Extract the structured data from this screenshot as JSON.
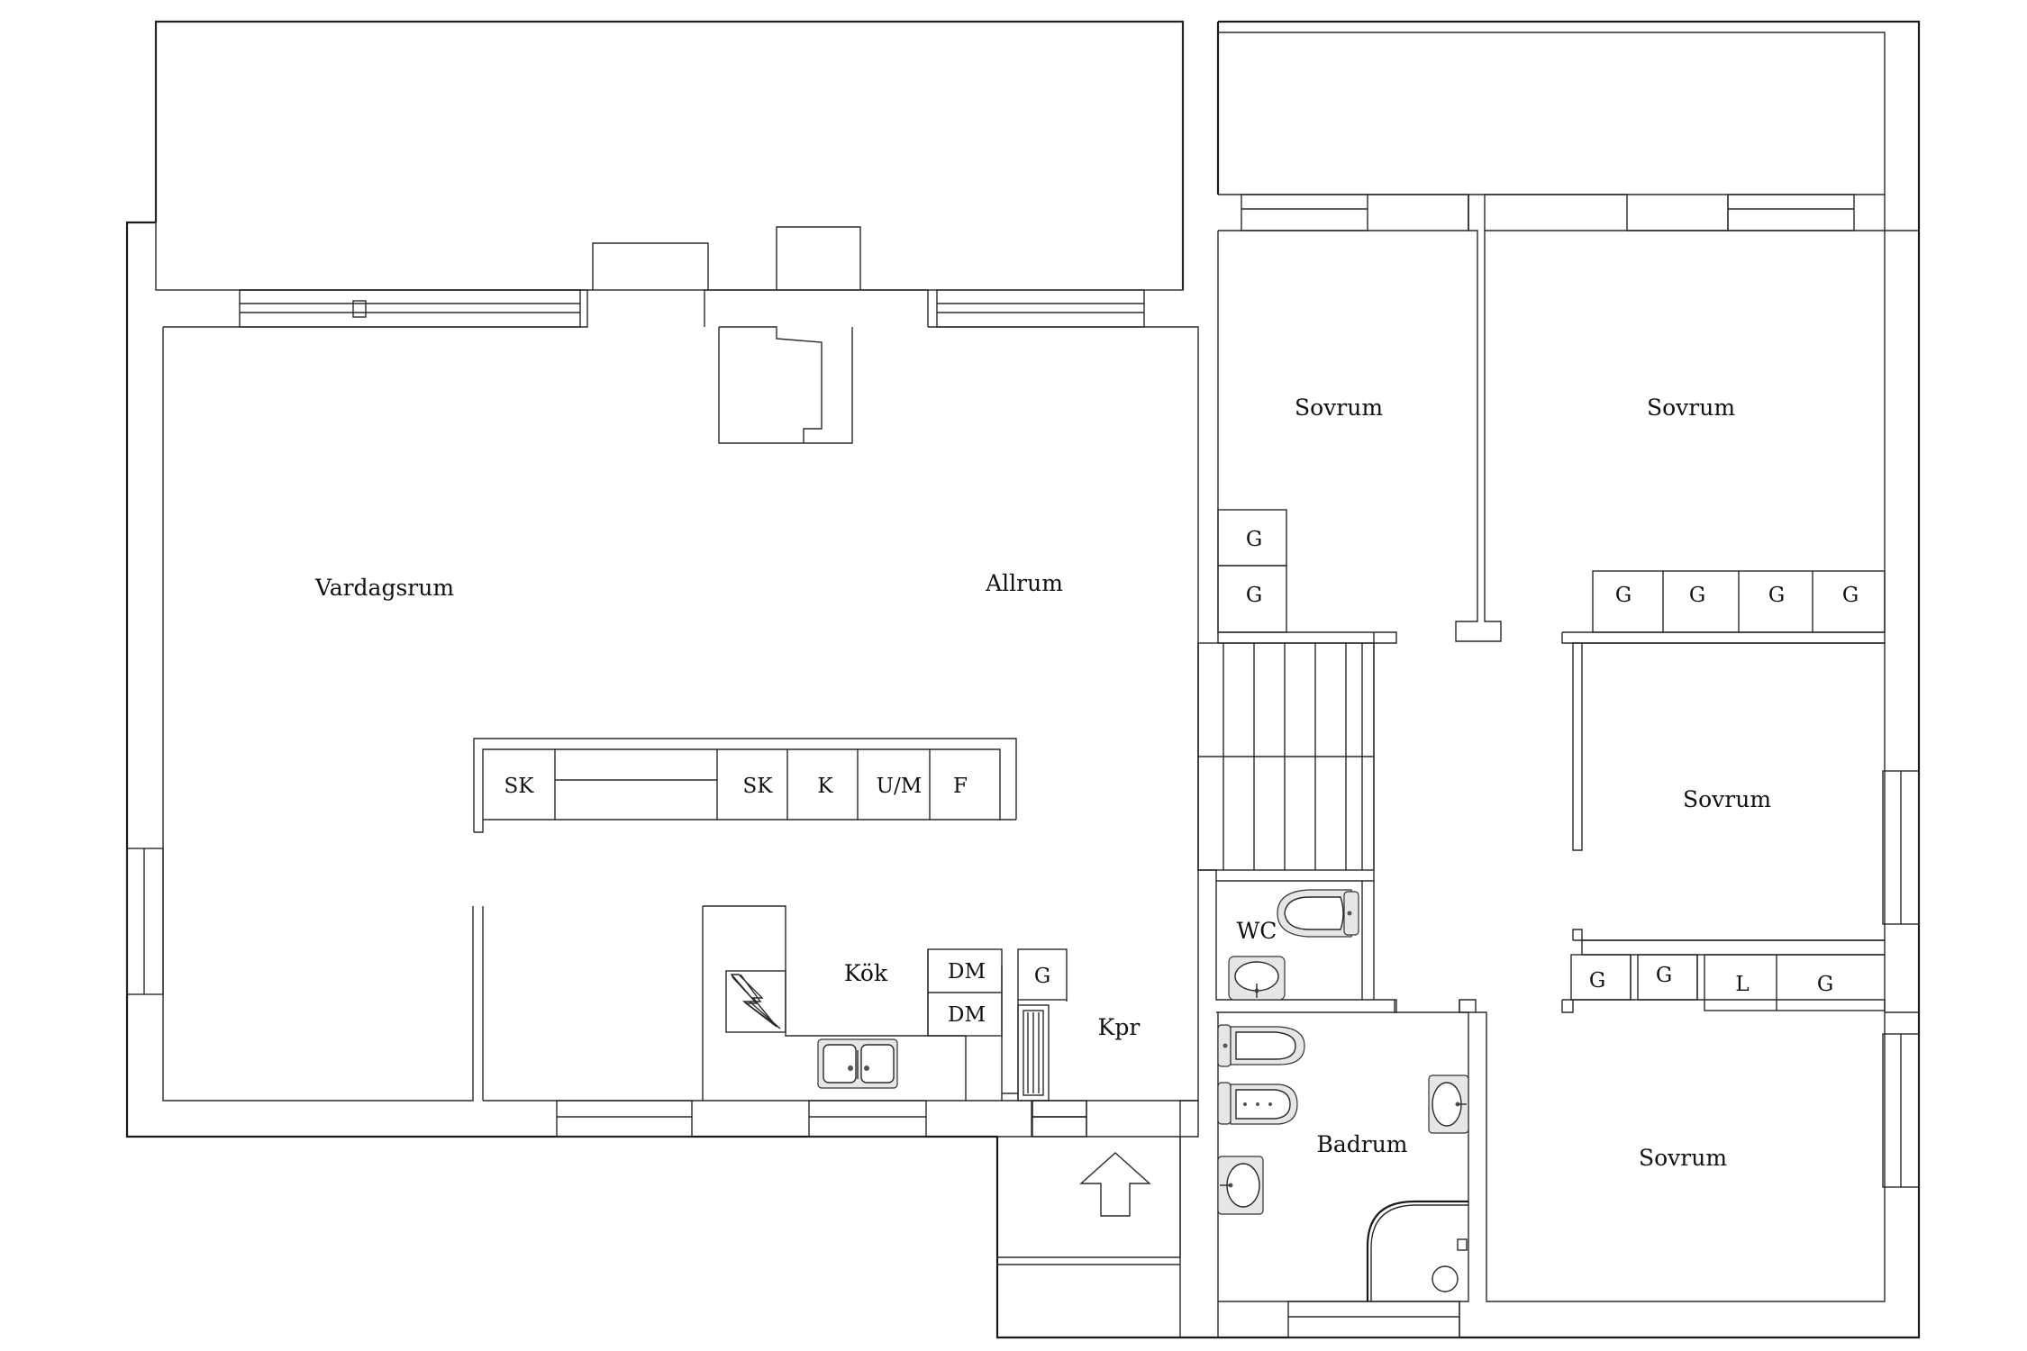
{
  "rooms": {
    "vardagsrum": "Vardagsrum",
    "allrum": "Allrum",
    "kok": "Kök",
    "kpr": "Kpr",
    "wc": "WC",
    "badrum": "Badrum",
    "sovrum_1": "Sovrum",
    "sovrum_2": "Sovrum",
    "sovrum_3": "Sovrum",
    "sovrum_4": "Sovrum"
  },
  "cabinets": {
    "island": [
      "SK",
      "SK",
      "K",
      "U/M",
      "F"
    ],
    "dishwashers": [
      "DM",
      "DM"
    ],
    "kpr_wardrobe": "G",
    "sovrum_1_wardrobes": [
      "G",
      "G"
    ],
    "sovrum_2_wardrobes": [
      "G",
      "G",
      "G",
      "G"
    ],
    "sovrum_4_wardrobes": [
      "G",
      "G",
      "L",
      "G"
    ]
  },
  "icons": {
    "entrance": "up-arrow-icon",
    "stove": "lightning-icon",
    "sink": "double-sink-icon",
    "shower": "shower-drain-icon"
  },
  "colors": {
    "line": "#1a1a1a",
    "background": "#ffffff",
    "fixture_fill": "#e6e6e6"
  }
}
